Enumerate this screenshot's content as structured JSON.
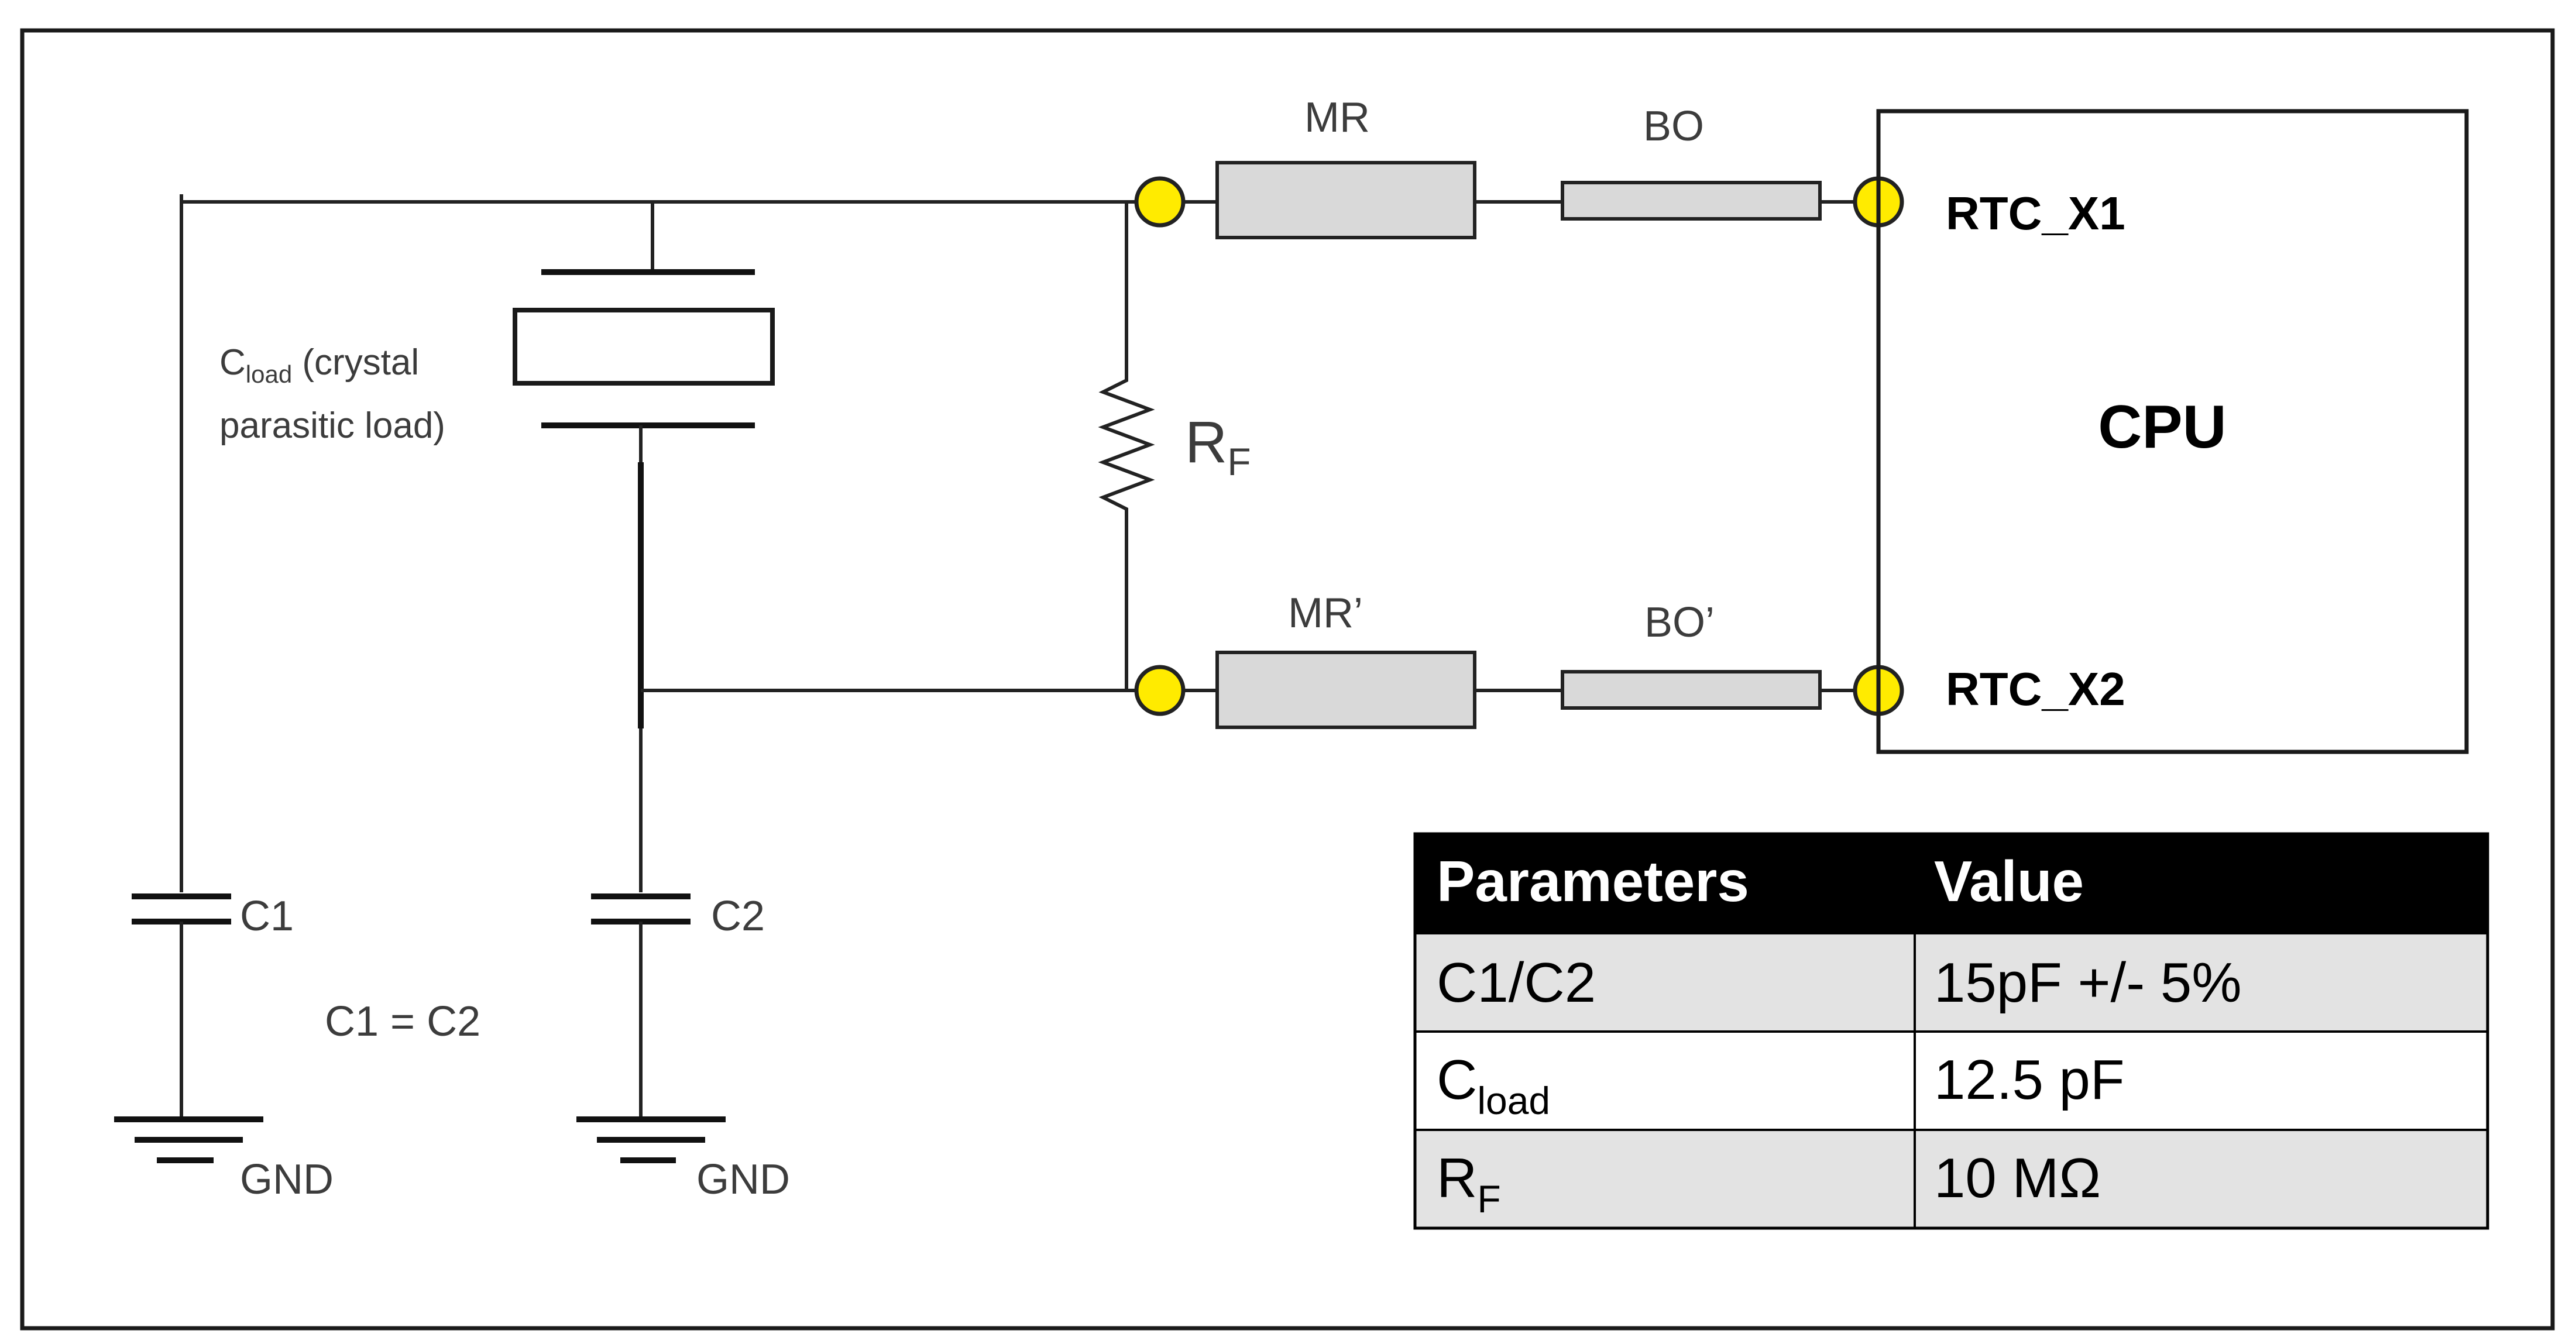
{
  "diagram": {
    "resistor_mr": "MR",
    "resistor_bo": "BO",
    "resistor_mr_prime": "MR’",
    "resistor_bo_prime": "BO’",
    "pin_x1": "RTC_X1",
    "pin_x2": "RTC_X2",
    "cpu": "CPU",
    "cload_main": "C",
    "cload_sub": "load",
    "cload_rest": " (crystal",
    "cload_line2": "parasitic load)",
    "rf_main": "R",
    "rf_sub": "F",
    "c1": "C1",
    "c2": "C2",
    "c_equal": "C1 = C2",
    "gnd_left": "GND",
    "gnd_right": "GND"
  },
  "table": {
    "headers": [
      "Parameters",
      "Value"
    ],
    "rows": [
      {
        "param_main": "C1/C2",
        "param_sub": "",
        "value": "15pF +/- 5%"
      },
      {
        "param_main": "C",
        "param_sub": "load",
        "value": "12.5 pF"
      },
      {
        "param_main": "R",
        "param_sub": "F",
        "value": "10 MΩ"
      }
    ]
  },
  "colors": {
    "pin_fill": "#ffeb00",
    "component_fill": "#d9d9d9",
    "table_header_bg": "#000000",
    "table_row_alt_bg": "#e3e3e3"
  }
}
